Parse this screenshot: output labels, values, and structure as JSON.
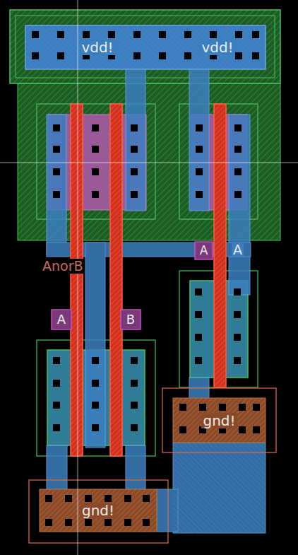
{
  "diagram": {
    "nodes": [
      {
        "text": [
          "vdd!",
          "vdd!"
        ]
      },
      {
        "text": [
          "A"
        ]
      },
      {
        "text": [
          "A"
        ]
      },
      {
        "text": [
          "B"
        ]
      },
      {
        "text": [
          "gnd!"
        ]
      },
      {
        "text": [
          "gnd!"
        ]
      }
    ],
    "labels": [
      "AnorB",
      "A"
    ]
  }
}
